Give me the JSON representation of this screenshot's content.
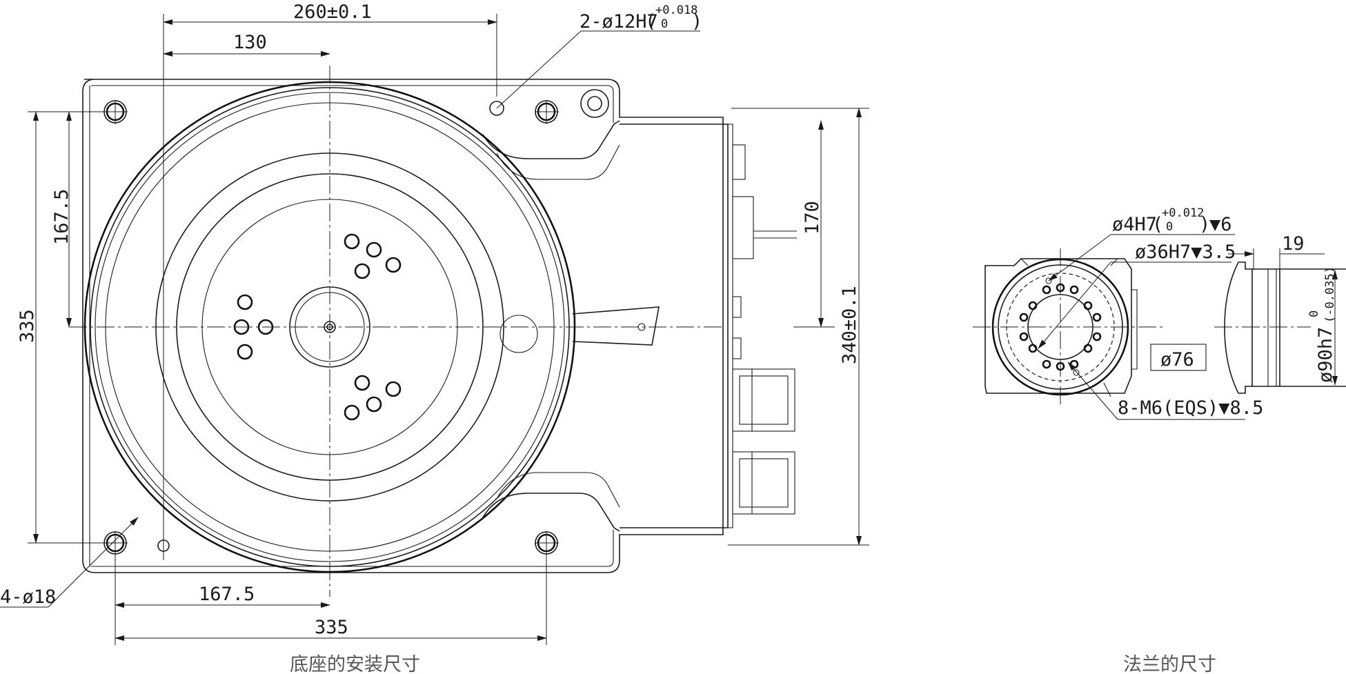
{
  "base_view": {
    "caption": "底座的安装尺寸",
    "dims": {
      "top_total": "260±0.1",
      "top_partial": "130",
      "left_partial": "167.5",
      "left_total": "335",
      "bottom_partial": "167.5",
      "bottom_total": "335",
      "right_partial": "170",
      "right_total": "340±0.1",
      "hole_callout": "4-ø18",
      "pin_callout": "2-ø12H7",
      "pin_tol_upper": "+0.018",
      "pin_tol_lower": "0",
      "pin_tol_open": "(",
      "pin_tol_close": ")"
    }
  },
  "flange_view": {
    "caption": "法兰的尺寸",
    "dims": {
      "pin_hole": "ø4H7",
      "pin_tol_upper": "+0.012",
      "pin_tol_lower": "0",
      "pin_tol_open": "(",
      "pin_tol_close": ")",
      "pin_depth": "▼6",
      "bore": "ø36H7▼3.5",
      "boxed_dia": "ø76",
      "threads": "8-M6(EQS)▼8.5",
      "thickness": "19",
      "shaft": "ø90h7",
      "shaft_tol_upper": "0",
      "shaft_tol_lower": "(-0.035)"
    }
  }
}
